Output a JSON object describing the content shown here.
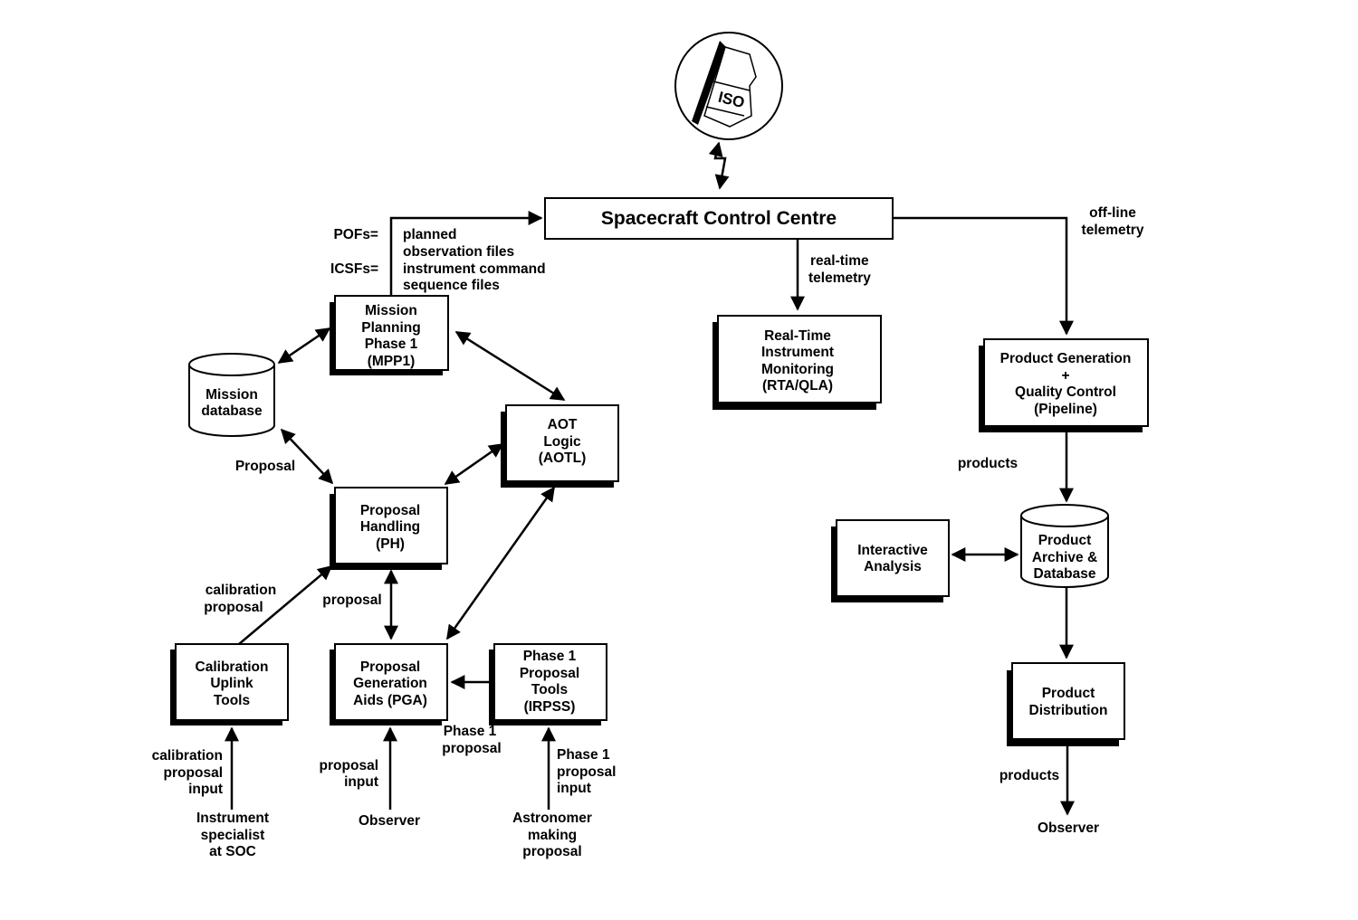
{
  "satellite": {
    "label": "ISO"
  },
  "nodes": {
    "scc": {
      "lines": [
        "Spacecraft  Control  Centre"
      ]
    },
    "mpp1": {
      "lines": [
        "Mission",
        "Planning",
        "Phase  1",
        "(MPP1)"
      ]
    },
    "mission_db": {
      "lines": [
        "Mission",
        "database"
      ]
    },
    "aotl": {
      "lines": [
        "AOT",
        "Logic",
        "(AOTL)"
      ]
    },
    "ph": {
      "lines": [
        "Proposal",
        "Handling",
        "(PH)"
      ]
    },
    "cal_tools": {
      "lines": [
        "Calibration",
        "Uplink",
        "Tools"
      ]
    },
    "pga": {
      "lines": [
        "Proposal",
        "Generation",
        "Aids  (PGA)"
      ]
    },
    "irpss": {
      "lines": [
        "Phase  1",
        "Proposal",
        "Tools",
        "(IRPSS)"
      ]
    },
    "rta": {
      "lines": [
        "Real-Time",
        "Instrument",
        "Monitoring",
        "(RTA/QLA)"
      ]
    },
    "pipeline": {
      "lines": [
        "Product  Generation",
        "+",
        "Quality  Control",
        "(Pipeline)"
      ]
    },
    "archive": {
      "lines": [
        "Product",
        "Archive  &",
        "Database"
      ]
    },
    "interactive": {
      "lines": [
        "Interactive",
        "Analysis"
      ]
    },
    "distribution": {
      "lines": [
        "Product",
        "Distribution"
      ]
    }
  },
  "legend": {
    "pofs_key": "POFs=",
    "pofs_value": [
      "planned",
      "observation  files"
    ],
    "icsfs_key": "ICSFs=",
    "icsfs_value": [
      "instrument  command",
      "sequence  files"
    ]
  },
  "labels": {
    "realtime_telemetry": [
      "real-time",
      "telemetry"
    ],
    "offline_telemetry": [
      "off-line",
      "telemetry"
    ],
    "proposal_db": [
      "Proposal"
    ],
    "calibration_proposal": [
      "calibration",
      "proposal"
    ],
    "proposal_ph_pga": [
      "proposal"
    ],
    "phase1_proposal": [
      "Phase  1",
      "proposal"
    ],
    "calibration_proposal_input": [
      "calibration",
      "proposal",
      "input"
    ],
    "proposal_input": [
      "proposal",
      "input"
    ],
    "phase1_proposal_input": [
      "Phase  1",
      "proposal",
      "input"
    ],
    "products_pipeline": [
      "products"
    ],
    "products_distribution": [
      "products"
    ]
  },
  "actors": {
    "instrument_specialist": [
      "Instrument",
      "specialist",
      "at  SOC"
    ],
    "observer_left": [
      "Observer"
    ],
    "astronomer": [
      "Astronomer",
      "making",
      "proposal"
    ],
    "observer_right": [
      "Observer"
    ]
  }
}
